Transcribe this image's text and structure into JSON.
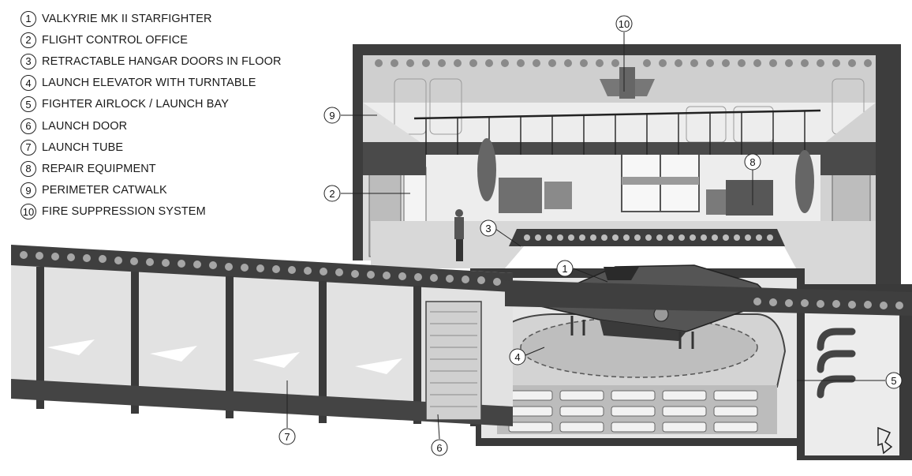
{
  "legend": {
    "items": [
      {
        "num": "1",
        "label": "VALKYRIE MK II STARFIGHTER"
      },
      {
        "num": "2",
        "label": "FLIGHT CONTROL OFFICE"
      },
      {
        "num": "3",
        "label": "RETRACTABLE HANGAR DOORS IN FLOOR"
      },
      {
        "num": "4",
        "label": "LAUNCH ELEVATOR WITH TURNTABLE"
      },
      {
        "num": "5",
        "label": "FIGHTER AIRLOCK / LAUNCH BAY"
      },
      {
        "num": "6",
        "label": "LAUNCH DOOR"
      },
      {
        "num": "7",
        "label": "LAUNCH TUBE"
      },
      {
        "num": "8",
        "label": "REPAIR EQUIPMENT"
      },
      {
        "num": "9",
        "label": "PERIMETER CATWALK"
      },
      {
        "num": "10",
        "label": "FIRE SUPPRESSION SYSTEM"
      }
    ]
  },
  "callouts": [
    "1",
    "2",
    "3",
    "4",
    "5",
    "6",
    "7",
    "8",
    "9",
    "10"
  ],
  "colors": {
    "ink": "#1a1a1a",
    "wall": "#3a3a3a",
    "floor": "#d9d9d9",
    "panel": "#bdbdbd",
    "interior": "#efefef"
  },
  "icons": [
    "north-arrow-icon"
  ]
}
